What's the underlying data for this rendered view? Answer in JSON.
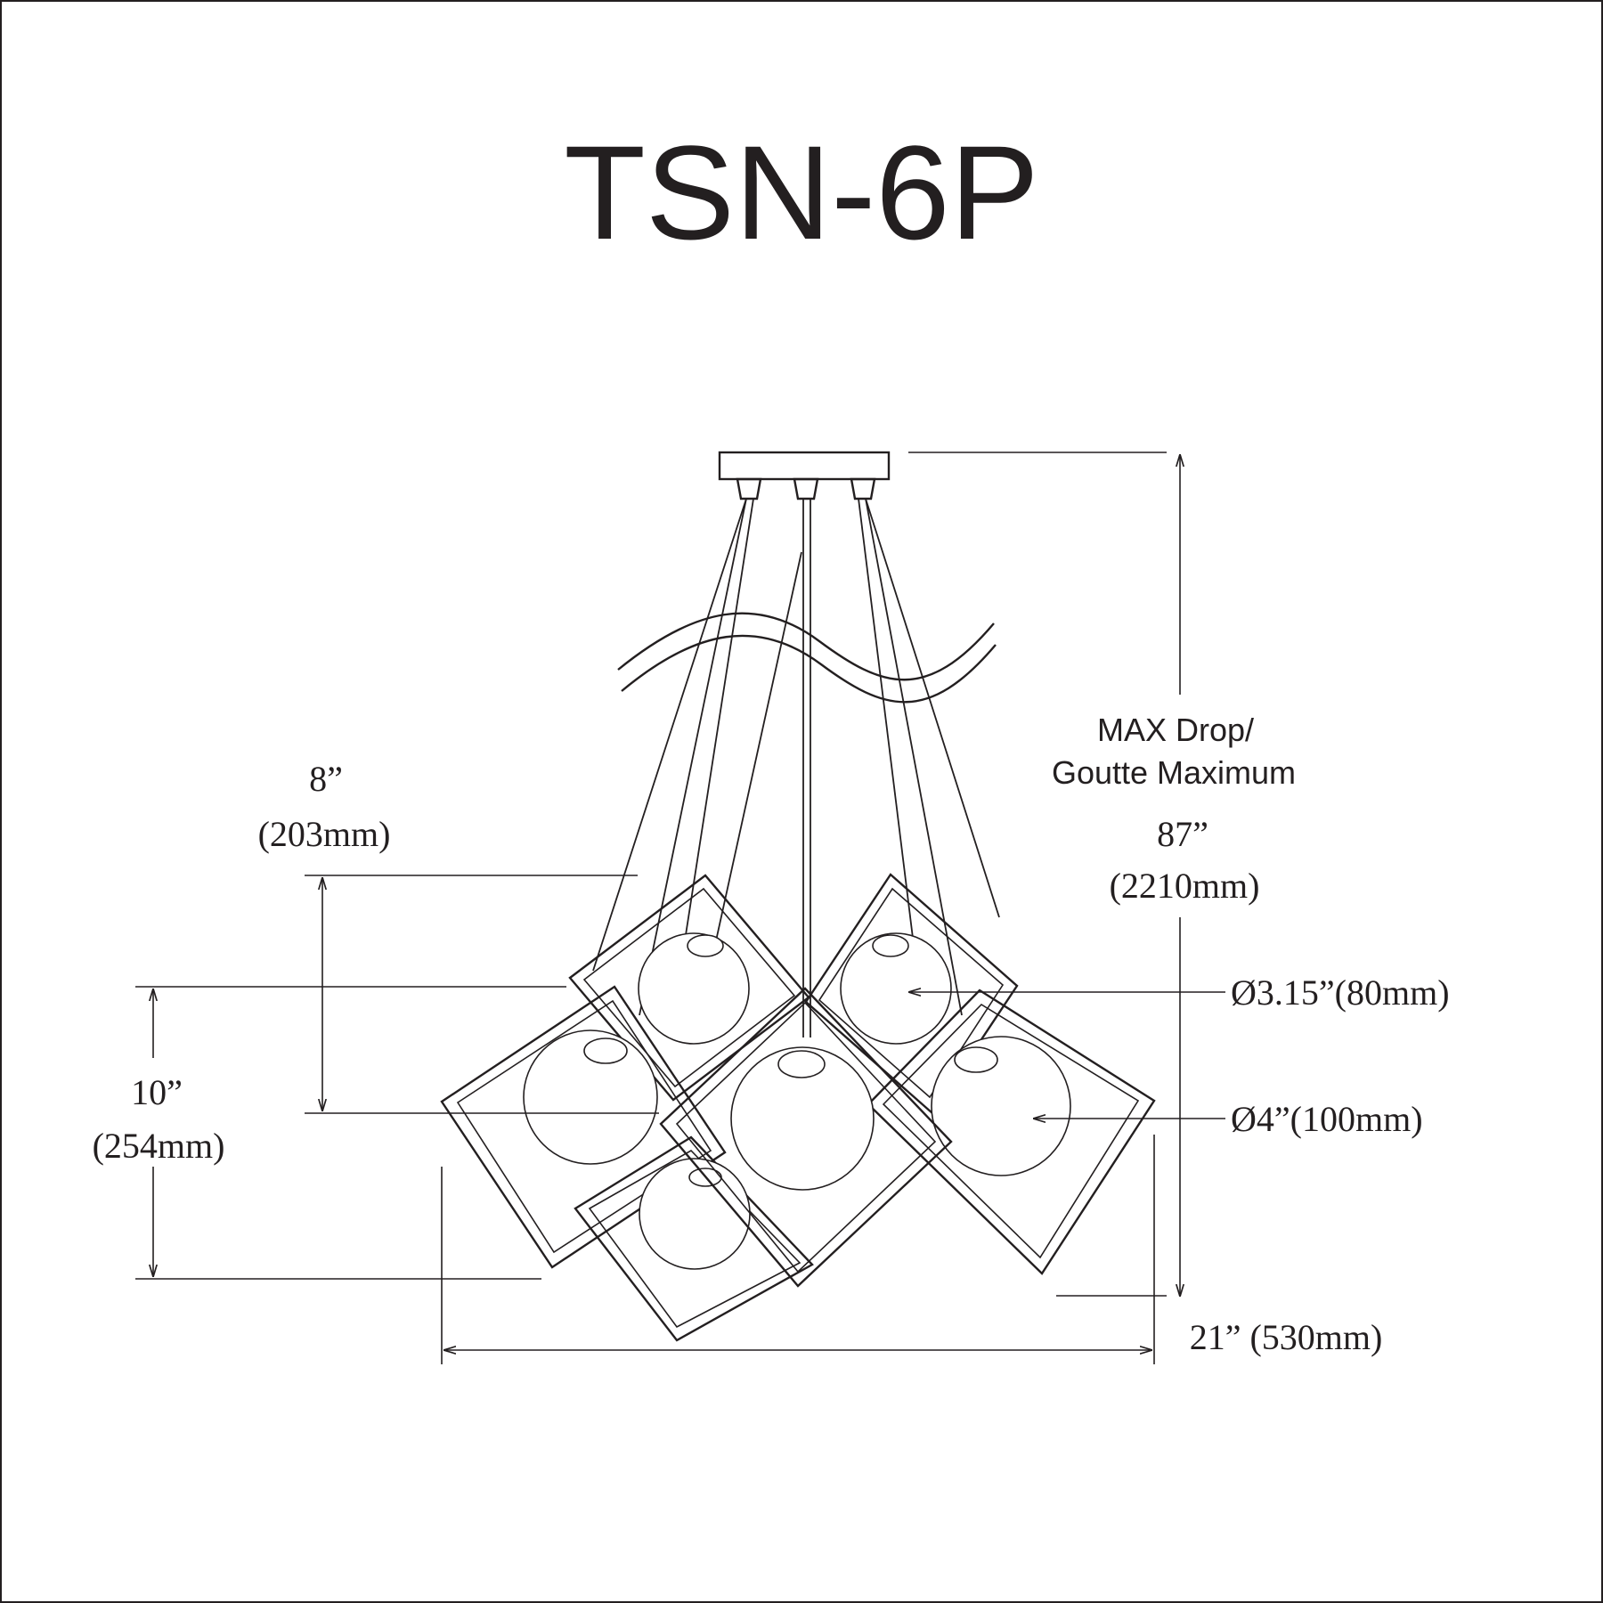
{
  "title": "TSN-6P",
  "dimensions": {
    "frame_height": {
      "imperial": "8”",
      "metric": "(203mm)"
    },
    "globe_offset": {
      "imperial": "10”",
      "metric": "(254mm)"
    },
    "max_drop": {
      "label_line1": "MAX Drop/",
      "label_line2": "Goutte Maximum",
      "imperial": "87”",
      "metric": "(2210mm)"
    },
    "small_globe": {
      "label": "Ø3.15”(80mm)"
    },
    "large_globe": {
      "label": "Ø4”(100mm)"
    },
    "width": {
      "label": "21” (530mm)"
    }
  },
  "colors": {
    "ink": "#231f20",
    "background": "#ffffff"
  }
}
